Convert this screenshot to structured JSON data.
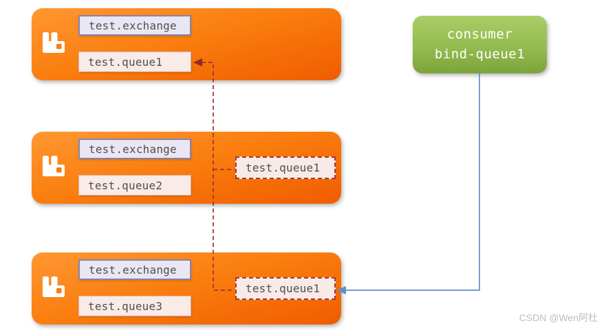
{
  "diagram": {
    "type": "rabbitmq-binding-diagram",
    "brokers": [
      {
        "exchange": "test.exchange",
        "queue": "test.queue1",
        "bound_queue": ""
      },
      {
        "exchange": "test.exchange",
        "queue": "test.queue2",
        "bound_queue": "test.queue1"
      },
      {
        "exchange": "test.exchange",
        "queue": "test.queue3",
        "bound_queue": "test.queue1"
      }
    ],
    "consumer": {
      "line1": "consumer",
      "line2": "bind-queue1"
    },
    "connectors": [
      {
        "name": "binding-links",
        "style": "dashed",
        "color": "#9e342c",
        "from": "bound queue copies",
        "to": "test.queue1 (broker 1)"
      },
      {
        "name": "consume-link",
        "style": "solid",
        "color": "#5e8fc6",
        "from": "consumer bind-queue1",
        "to": "test.queue1 (broker 3)"
      }
    ],
    "colors": {
      "broker_gradient_top": "#ff9732",
      "broker_gradient_bottom": "#f05c00",
      "consumer_gradient_top": "#aacd68",
      "consumer_gradient_bottom": "#7ca43c",
      "exchange_tag_bg": "#eae7f4",
      "exchange_tag_border": "#8583ae",
      "queue_tag_bg": "#f9ebe8",
      "queue_tag_border": "#dcaea7",
      "ghost_queue_border": "#a6382f",
      "dashed_link": "#9e342c",
      "solid_link": "#5e8fc6",
      "logo_white": "#ffffff"
    },
    "icons": {
      "broker_logo": "rabbitmq-logo-icon"
    },
    "watermark": "CSDN @Wen阿杜"
  }
}
